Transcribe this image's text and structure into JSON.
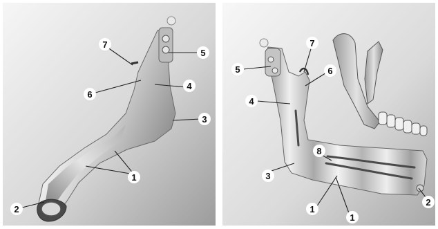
{
  "panels": [
    {
      "id": "left",
      "labels": [
        "1",
        "2",
        "3",
        "4",
        "5",
        "6",
        "7"
      ]
    },
    {
      "id": "right",
      "labels": [
        "1",
        "1",
        "2",
        "3",
        "4",
        "5",
        "6",
        "7",
        "8"
      ]
    }
  ],
  "colors": {
    "background_light": "#f5f5f5",
    "background_dark": "#9a9a9a",
    "metal_light": "#f2f2f2",
    "metal_mid": "#c6c6c6",
    "metal_dark": "#6e6e6e",
    "callout": "#ffffff"
  }
}
